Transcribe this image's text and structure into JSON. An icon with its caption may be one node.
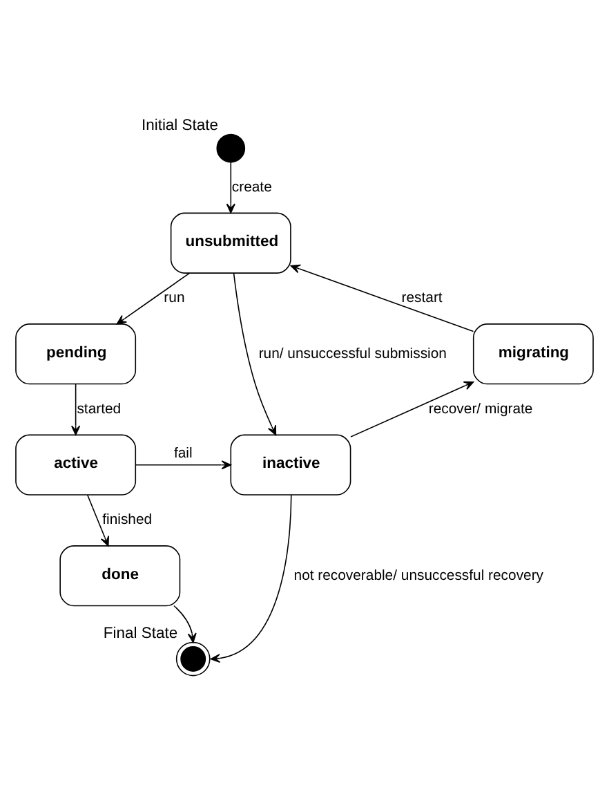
{
  "diagram": {
    "nodes": [
      {
        "text": [],
        "shape": "circle",
        "beside": [
          "Initial State"
        ]
      },
      {
        "text": [
          "unsubmitted"
        ]
      },
      {
        "text": [
          "pending"
        ]
      },
      {
        "text": [
          "migrating"
        ]
      },
      {
        "text": [
          "active"
        ]
      },
      {
        "text": [
          "inactive"
        ]
      },
      {
        "text": [
          "done"
        ]
      },
      {
        "text": [],
        "shape": "circle",
        "beside": [
          "Final State"
        ]
      }
    ],
    "edges": [
      {
        "from": 0,
        "to": 1,
        "arrow": "to",
        "label": "create"
      },
      {
        "from": 1,
        "to": 2,
        "arrow": "to",
        "label": "run"
      },
      {
        "from": 1,
        "to": 5,
        "arrow": "to",
        "label": "run/ unsuccessful submission"
      },
      {
        "from": 3,
        "to": 1,
        "arrow": "to",
        "label": "restart"
      },
      {
        "from": 2,
        "to": 4,
        "arrow": "to",
        "label": "started"
      },
      {
        "from": 5,
        "to": 3,
        "arrow": "to",
        "label": "recover/ migrate"
      },
      {
        "from": 4,
        "to": 5,
        "arrow": "to",
        "label": "fail"
      },
      {
        "from": 4,
        "to": 6,
        "arrow": "to",
        "label": "finished"
      },
      {
        "from": 6,
        "to": 7,
        "arrow": "to"
      },
      {
        "from": 5,
        "to": 7,
        "arrow": "to",
        "label": "not recoverable/ unsuccessful recovery"
      }
    ]
  }
}
